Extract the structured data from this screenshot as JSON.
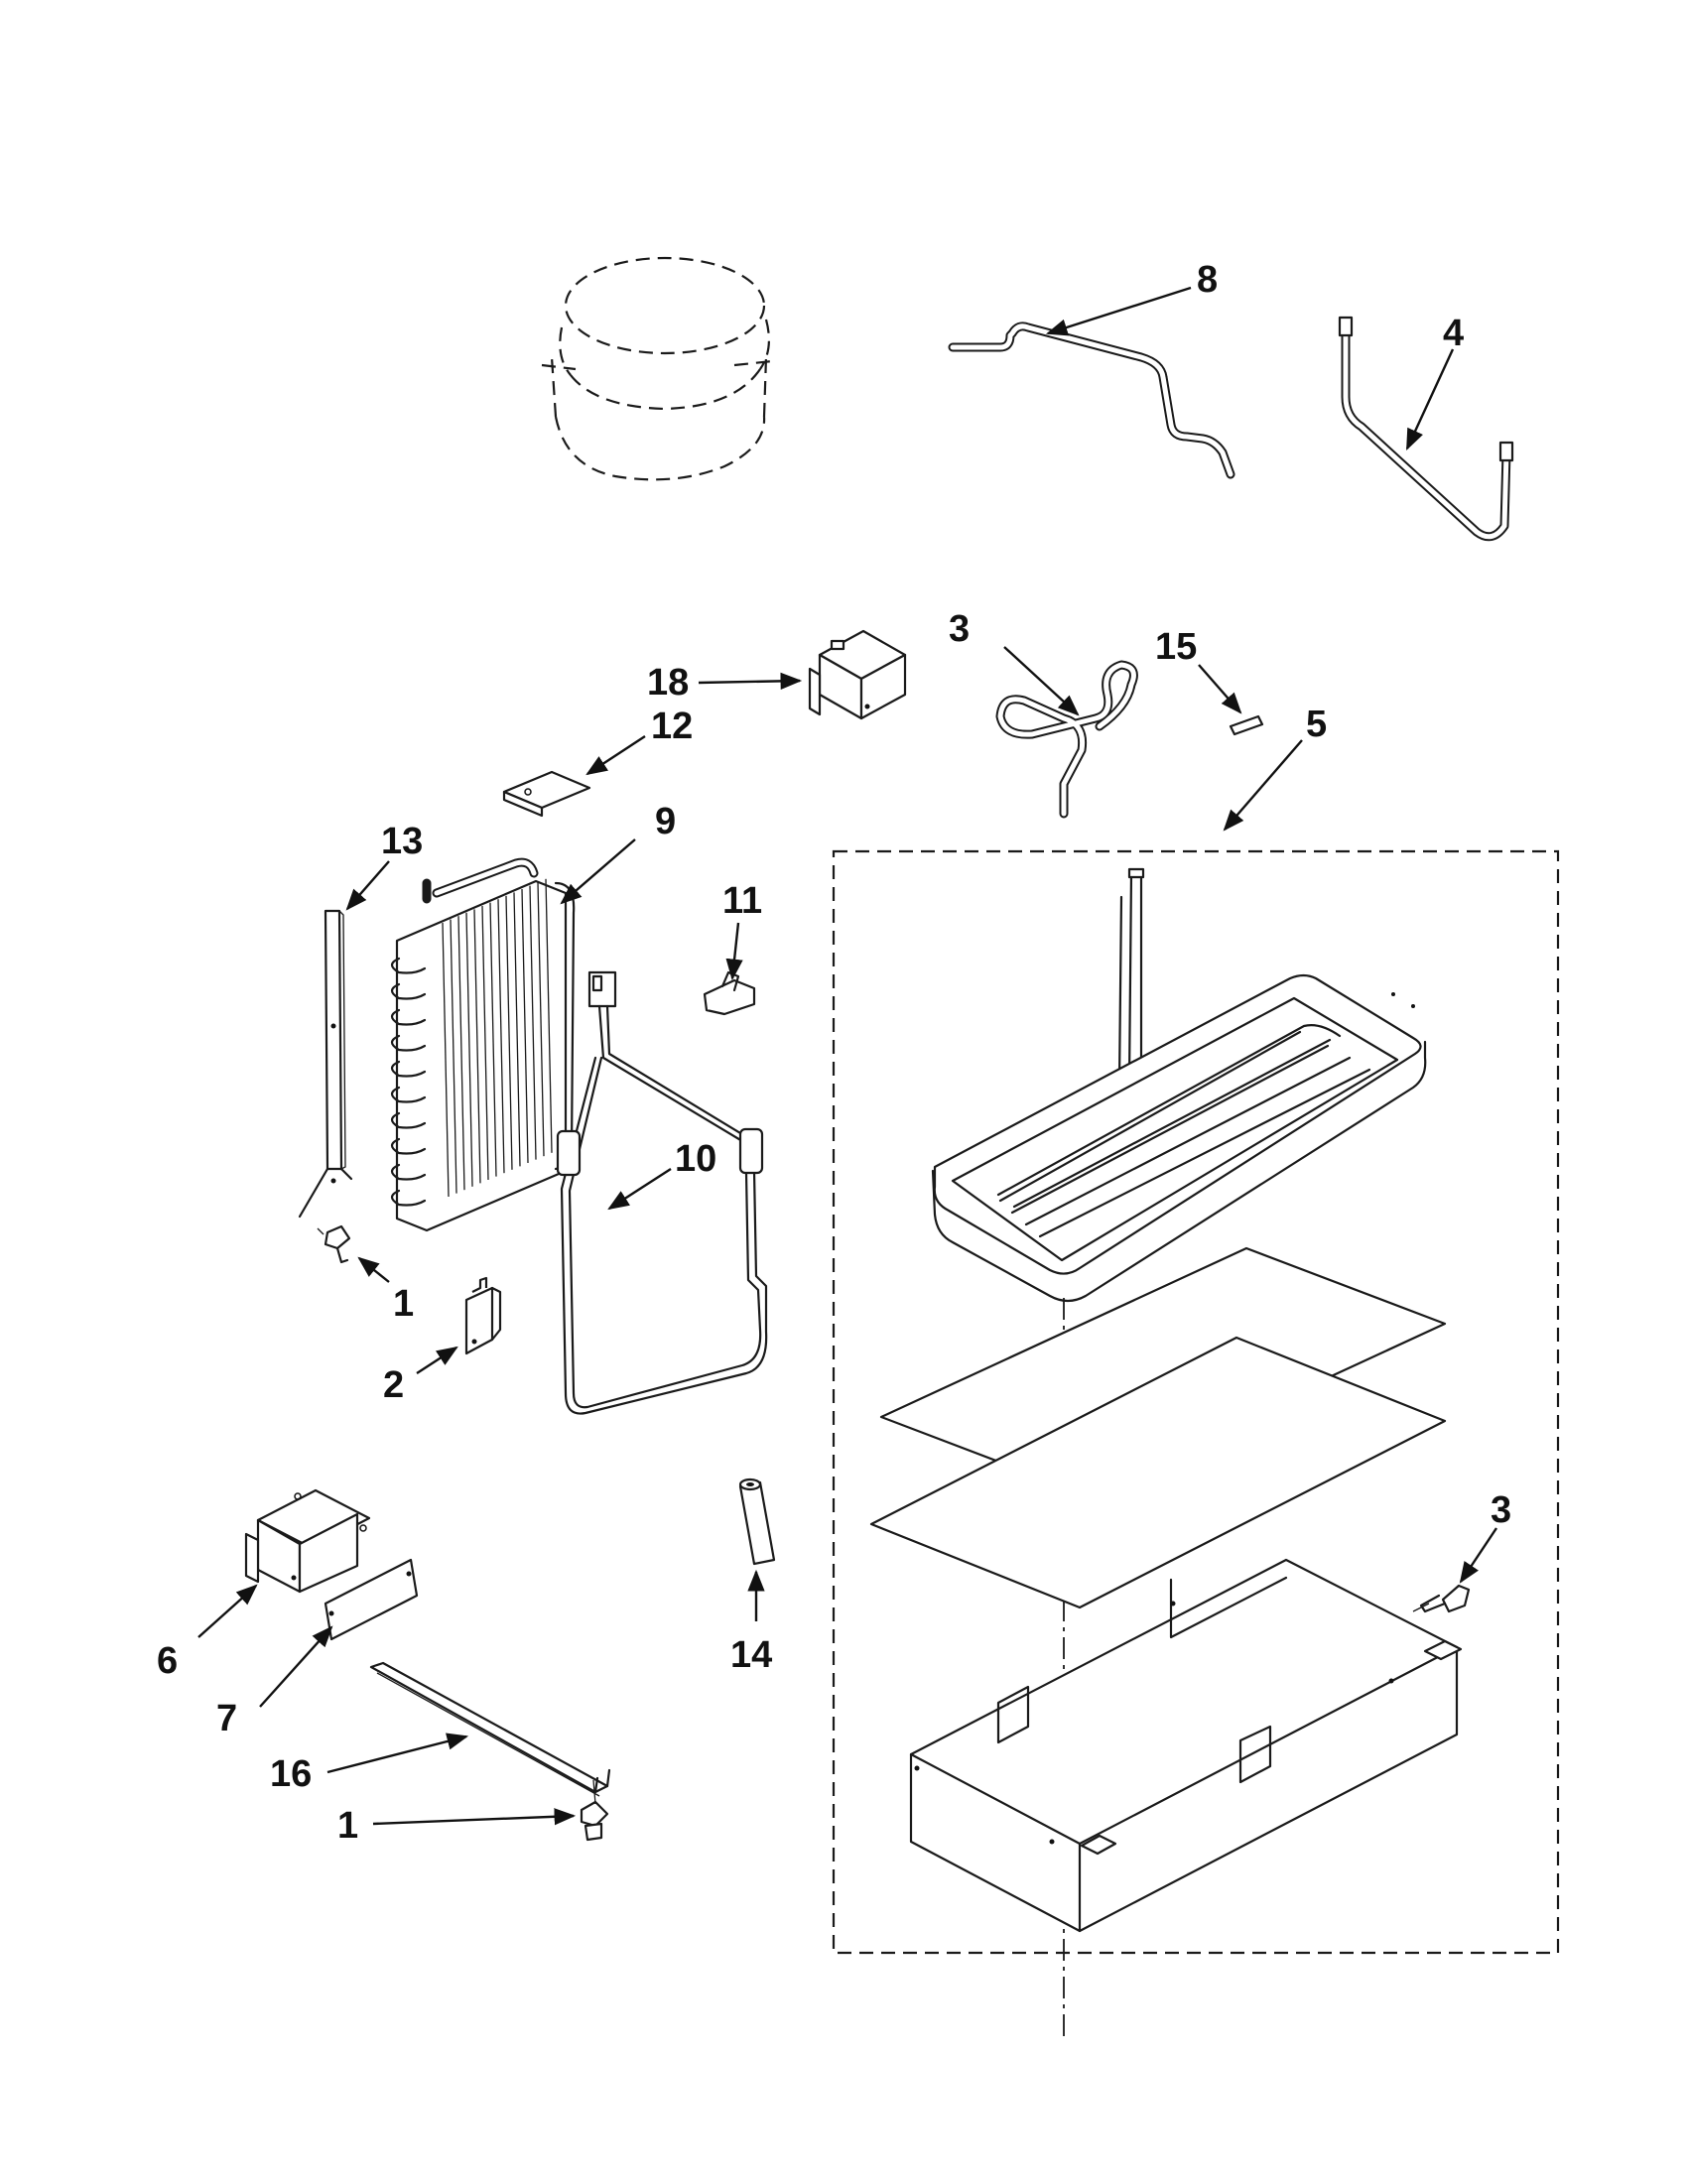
{
  "diagram": {
    "callouts": [
      {
        "id": "c8",
        "text": "8"
      },
      {
        "id": "c4",
        "text": "4"
      },
      {
        "id": "c3a",
        "text": "3"
      },
      {
        "id": "c15",
        "text": "15"
      },
      {
        "id": "c5",
        "text": "5"
      },
      {
        "id": "c18",
        "text": "18"
      },
      {
        "id": "c12",
        "text": "12"
      },
      {
        "id": "c13",
        "text": "13"
      },
      {
        "id": "c9",
        "text": "9"
      },
      {
        "id": "c11",
        "text": "11"
      },
      {
        "id": "c10",
        "text": "10"
      },
      {
        "id": "c1a",
        "text": "1"
      },
      {
        "id": "c2",
        "text": "2"
      },
      {
        "id": "c3b",
        "text": "3"
      },
      {
        "id": "c14",
        "text": "14"
      },
      {
        "id": "c6",
        "text": "6"
      },
      {
        "id": "c7",
        "text": "7"
      },
      {
        "id": "c16",
        "text": "16"
      },
      {
        "id": "c1b",
        "text": "1"
      }
    ]
  }
}
